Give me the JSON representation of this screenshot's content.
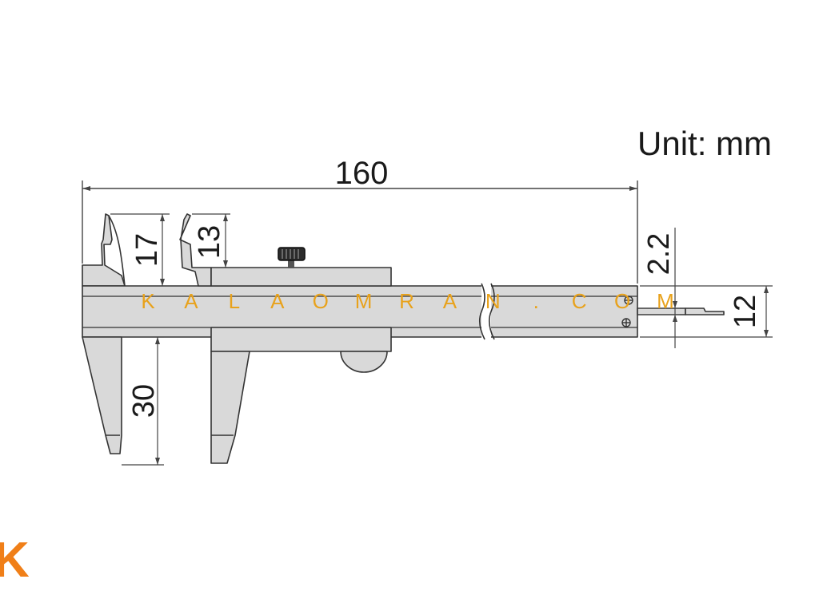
{
  "unit_label": "Unit: mm",
  "dimensions": {
    "overall_length": "160",
    "outside_jaw_depth": "30",
    "inside_jaw_height": "17",
    "step_height": "13",
    "depth_rod_width": "2.2",
    "beam_width": "12"
  },
  "watermark": {
    "letters": [
      "K",
      "A",
      "L",
      "A",
      "O",
      "M",
      "R",
      "A",
      "N",
      ".",
      "C",
      "O",
      "M"
    ],
    "color": "#e8a21c"
  },
  "logo": {
    "letter": "K",
    "color": "#f07f18"
  },
  "colors": {
    "body_fill": "#d9d9d9",
    "outline": "#333333",
    "dimension_line": "#444444"
  }
}
